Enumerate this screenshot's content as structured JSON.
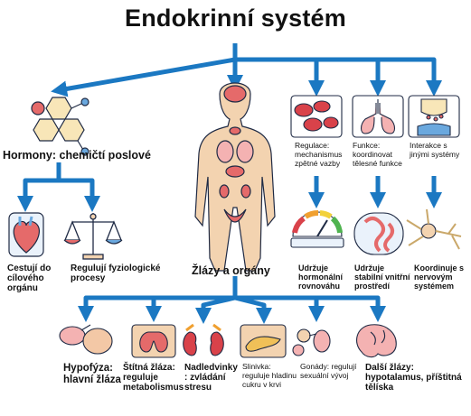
{
  "title": "Endokrinní systém",
  "colors": {
    "arrow": "#1b78c2",
    "outline": "#1f2a44",
    "organ": "#e56a6a",
    "skin": "#f3d3b0",
    "blue": "#6aa8de"
  },
  "left_branch": {
    "label": "Hormony: chemičtí poslové",
    "icon": "hormone-molecule-icon",
    "children": [
      {
        "label": "Cestují do cílového orgánu",
        "icon": "heart-icon"
      },
      {
        "label": "Regulují fyziologické procesy",
        "icon": "balance-scale-icon"
      }
    ]
  },
  "center": {
    "label": "Žlázy a orgány",
    "icon": "human-body-organs-icon"
  },
  "right_branch": [
    {
      "label": "Regulace: mechanismus zpětné vazby",
      "icon": "blood-cells-icon",
      "result": "Udržuje hormonální rovnováhu",
      "result_icon": "gauge-meter-icon"
    },
    {
      "label": "Funkce: koordinovat tělesné funkce",
      "icon": "lungs-icon",
      "result": "Udržuje stabilní vnitřní prostředí",
      "result_icon": "intestine-icon"
    },
    {
      "label": "Interakce s jinými systémy",
      "icon": "synapse-icon",
      "result": "Koordinuje s nervovým systémem",
      "result_icon": "neuron-icon"
    }
  ],
  "glands": [
    {
      "label": "Hypofýza: hlavní žláza",
      "icon": "pituitary-gland-icon"
    },
    {
      "label": "Štítná žláza: reguluje metabolismus",
      "icon": "thyroid-icon"
    },
    {
      "label": "Nadledvinky : zvládání stresu",
      "icon": "adrenal-kidney-icon"
    },
    {
      "label": "Slinivka: reguluje hladinu cukru v krvi",
      "icon": "pancreas-icon"
    },
    {
      "label": "Gonády: regulují sexuální vývoj",
      "icon": "gonads-icon"
    },
    {
      "label": "Další žlázy: hypotalamus, příštitná tělíska",
      "icon": "brain-icon"
    }
  ]
}
